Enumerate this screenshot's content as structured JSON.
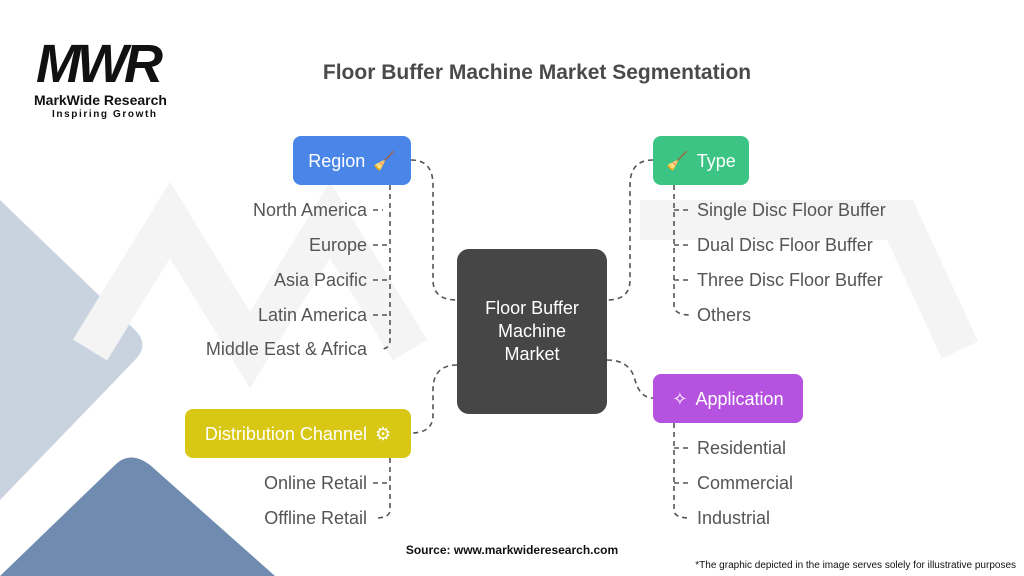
{
  "logo": {
    "mark": "MWR",
    "name": "MarkWide Research",
    "tagline": "Inspiring Growth"
  },
  "title": "Floor Buffer Machine Market Segmentation",
  "center": "Floor Buffer Machine Market",
  "categories": {
    "region": {
      "label": "Region",
      "color": "#4a86e8",
      "icon": "broom-sweep-icon",
      "items": [
        "North America",
        "Europe",
        "Asia Pacific",
        "Latin America",
        "Middle East & Africa"
      ]
    },
    "type": {
      "label": "Type",
      "color": "#3cc484",
      "icon": "broom-icon",
      "items": [
        "Single Disc Floor Buffer",
        "Dual Disc Floor Buffer",
        "Three Disc Floor Buffer",
        "Others"
      ]
    },
    "application": {
      "label": "Application",
      "color": "#b553e0",
      "icon": "cleaning-tools-icon",
      "items": [
        "Residential",
        "Commercial",
        "Industrial"
      ]
    },
    "distribution": {
      "label": "Distribution Channel",
      "color": "#d8c714",
      "icon": "vacuum-icon",
      "items": [
        "Online Retail",
        "Offline Retail"
      ]
    }
  },
  "source": "Source: www.markwideresearch.com",
  "note": "*The graphic depicted in the image serves solely for illustrative purposes"
}
